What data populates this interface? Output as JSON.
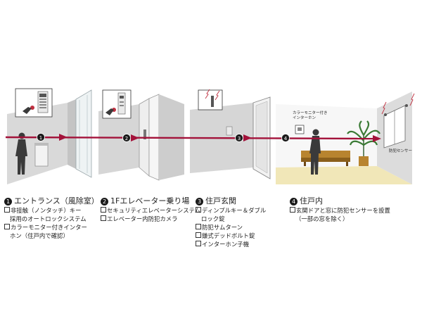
{
  "stages": [
    {
      "number": "1",
      "title": "エントランス（風除室）",
      "items": [
        {
          "text": "非接触（ノンタッチ）キー",
          "cont": "採用のオートロックシステム"
        },
        {
          "text": "カラーモニター付きインター",
          "cont": "ホン（住戸内で確認）"
        }
      ]
    },
    {
      "number": "2",
      "title": "1Fエレベーター乗り場",
      "items": [
        {
          "text": "セキュリティエレベーターシステム"
        },
        {
          "text": "エレベーター内防犯カメラ"
        }
      ]
    },
    {
      "number": "3",
      "title": "住戸玄関",
      "items": [
        {
          "text": "ディンプルキー＆ダブル",
          "cont": "ロック錠"
        },
        {
          "text": "防犯サムターン"
        },
        {
          "text": "鎌式デッドボルト錠"
        },
        {
          "text": "インターホン子機"
        }
      ]
    },
    {
      "number": "4",
      "title": "住戸内",
      "items": [
        {
          "text": "玄関ドアと窓に防犯センサーを設置",
          "cont": "（一部の窓を除く）"
        }
      ]
    }
  ],
  "illustration_labels": {
    "intercom_line1": "カラーモニター付き",
    "intercom_line2": "インターホン",
    "sensor": "防犯センサー"
  },
  "colors": {
    "arrow": "#a3123a",
    "wall": "#d6d6d6",
    "floor": "#f1e7b8",
    "silhouette": "#3a3a3a"
  }
}
